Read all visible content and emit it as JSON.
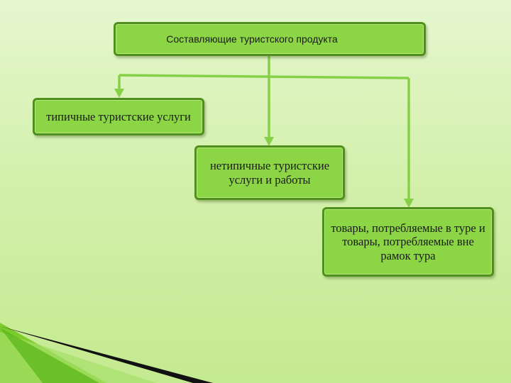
{
  "diagram": {
    "root": "Составляющие туристского продукта",
    "children": [
      "типичные туристские услуги",
      "нетипичные туристские услуги и работы",
      "товары, потребляемые в туре и товары, потребляемые вне рамок тура"
    ]
  },
  "colors": {
    "box_fill": "#8cd646",
    "box_border": "#4f8f1d",
    "connector": "#86d048",
    "background": "#d4f0ad"
  }
}
